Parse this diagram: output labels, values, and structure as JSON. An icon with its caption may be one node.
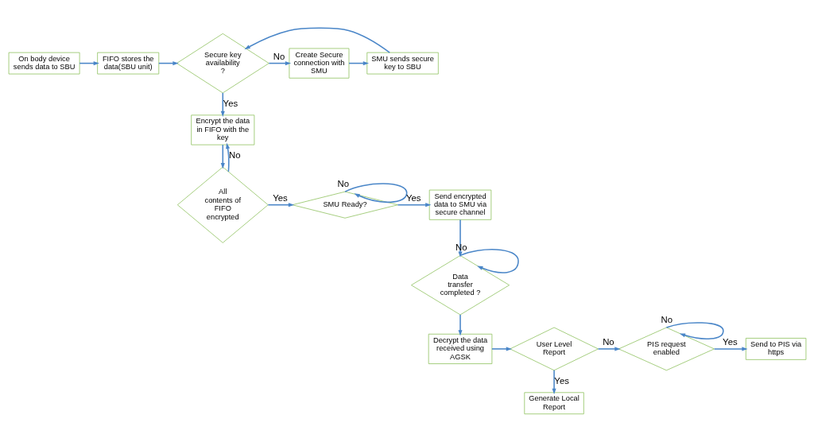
{
  "diagram": {
    "nodes": [
      {
        "text": [
          "On body device sends data to SBU"
        ]
      },
      {
        "text": [
          "FIFO stores the data(SBU unit)"
        ]
      },
      {
        "text": [
          "Secure key availability ?"
        ]
      },
      {
        "text": [
          "Create Secure connection with SMU"
        ]
      },
      {
        "text": [
          "SMU sends secure key to SBU"
        ]
      },
      {
        "text": [
          "Encrypt the data in FIFO with the key"
        ]
      },
      {
        "text": [
          "All contents of FIFO encrypted"
        ]
      },
      {
        "text": [
          "SMU Ready?"
        ]
      },
      {
        "text": [
          "Send encrypted data to SMU via secure channel"
        ]
      },
      {
        "text": [
          "Data transfer completed ?"
        ]
      },
      {
        "text": [
          "Decrypt the data received using AGSK"
        ]
      },
      {
        "text": [
          "User Level Report"
        ]
      },
      {
        "text": [
          "PIS request enabled"
        ]
      },
      {
        "text": [
          "Send to PIS via https"
        ]
      },
      {
        "text": [
          "Generate Local Report"
        ]
      }
    ],
    "edges": [
      {
        "from": 0,
        "to": 1,
        "arrow": "to"
      },
      {
        "from": 1,
        "to": 2,
        "arrow": "to"
      },
      {
        "from": 2,
        "to": 3,
        "arrow": "to",
        "label": "No"
      },
      {
        "from": 3,
        "to": 4,
        "arrow": "to"
      },
      {
        "from": 4,
        "to": 2,
        "arrow": "to"
      },
      {
        "from": 2,
        "to": 5,
        "arrow": "to",
        "label": "Yes"
      },
      {
        "from": 5,
        "to": 6,
        "arrow": "to"
      },
      {
        "from": 6,
        "to": 5,
        "arrow": "to",
        "label": "No"
      },
      {
        "from": 6,
        "to": 7,
        "arrow": "to",
        "label": "Yes"
      },
      {
        "from": 7,
        "to": 7,
        "arrow": "to",
        "label": "No"
      },
      {
        "from": 7,
        "to": 8,
        "arrow": "to",
        "label": "Yes"
      },
      {
        "from": 8,
        "to": 9,
        "arrow": "to"
      },
      {
        "from": 9,
        "to": 9,
        "arrow": "to",
        "label": "No"
      },
      {
        "from": 9,
        "to": 10,
        "arrow": "to"
      },
      {
        "from": 10,
        "to": 11,
        "arrow": "to"
      },
      {
        "from": 11,
        "to": 12,
        "arrow": "to",
        "label": "No"
      },
      {
        "from": 12,
        "to": 12,
        "arrow": "to",
        "label": "No"
      },
      {
        "from": 12,
        "to": 13,
        "arrow": "to",
        "label": "Yes"
      },
      {
        "from": 11,
        "to": 14,
        "arrow": "to",
        "label": "Yes"
      }
    ]
  }
}
